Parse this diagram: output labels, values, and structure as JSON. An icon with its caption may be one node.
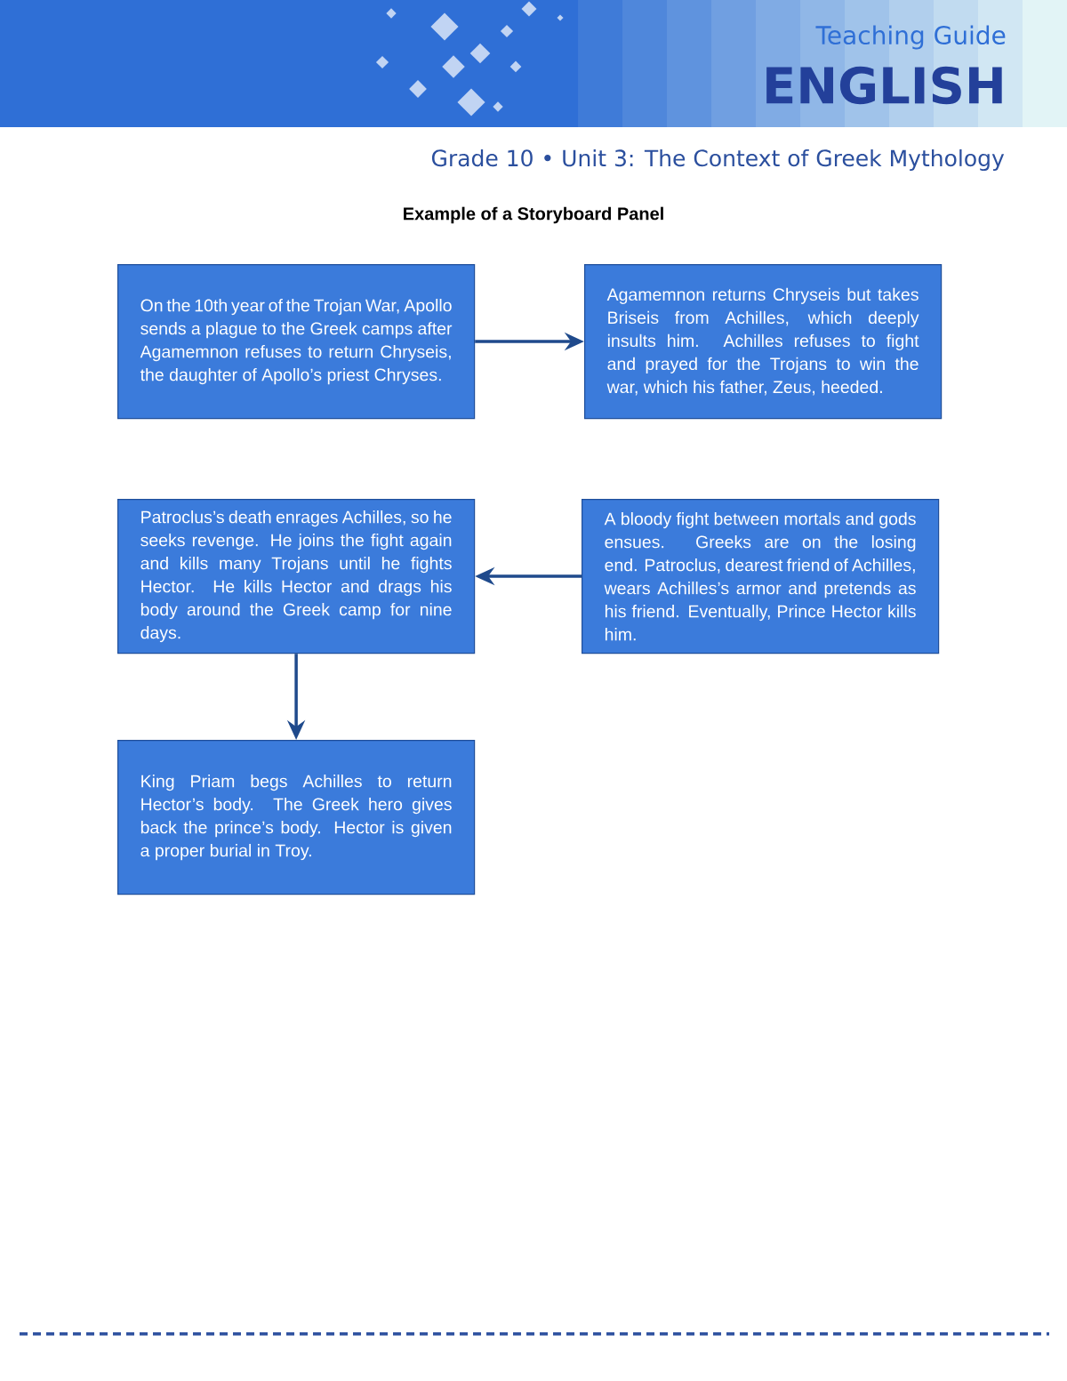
{
  "diagram": {
    "title": "Example of a Storyboard Panel",
    "nodes": [
      {
        "text": [
          "On the 10th year of the Trojan War, Apollo sends a plague to the Greek camps after Agamemnon refuses to return Chryseis, the daughter of Apollo’s priest Chryses."
        ]
      },
      {
        "text": [
          "Agamemnon returns Chryseis but takes Briseis from Achilles, which deeply insults him. Achilles refuses to fight and prayed for the Trojans to win the war, which his father, Zeus, heeded."
        ]
      },
      {
        "text": [
          "Patroclus’s death enrages Achilles, so he seeks revenge. He joins the fight again and kills many Trojans until he fights Hector. He kills Hector and drags his body around the Greek camp for nine days."
        ]
      },
      {
        "text": [
          "A bloody fight between mortals and gods ensues. Greeks are on the losing end. Patroclus, dearest friend of Achilles, wears Achilles’s armor and pretends as his friend. Eventually, Prince Hector kills him."
        ]
      },
      {
        "text": [
          "King Priam begs Achilles to return Hector’s body. The Greek hero gives back the prince’s body. Hector is given a proper burial in Troy."
        ]
      }
    ],
    "edges": [
      {
        "from": 0,
        "to": 1,
        "arrow": "to"
      },
      {
        "from": 3,
        "to": 2,
        "arrow": "to"
      },
      {
        "from": 2,
        "to": 4,
        "arrow": "to"
      }
    ],
    "labels": [
      "Teaching Guide",
      "ENGLISH",
      "Grade 10 • Unit 3: The Context of Greek Mythology"
    ]
  }
}
